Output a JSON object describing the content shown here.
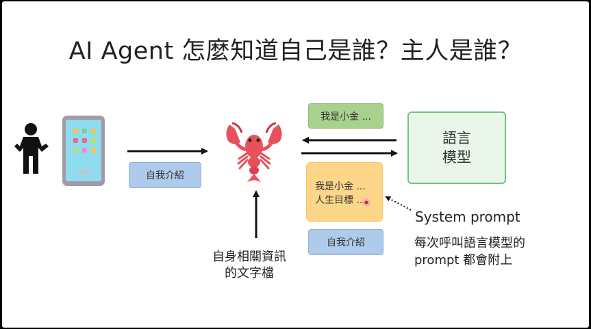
{
  "slide": {
    "title": "AI Agent 怎麼知道自己是誰？主人是誰？"
  },
  "boxes": {
    "intro_left": "自我介紹",
    "response": "我是小金 ...",
    "llm_line1": "語言",
    "llm_line2": "模型",
    "system_line1": "我是小金 ...",
    "system_line2": "人生目標 ...",
    "intro_right": "自我介紹"
  },
  "captions": {
    "files_line1": "自身相關資訊",
    "files_line2": "的文字檔",
    "system_prompt": "System prompt",
    "note_line1": "每次呼叫語言模型的",
    "note_line2": "prompt 都會附上"
  },
  "icons": {
    "person": "person-icon",
    "phone": "phone-icon",
    "lobster": "lobster-icon",
    "cursor": "cursor-dot-icon"
  },
  "colors": {
    "blue_box": "#aecbeb",
    "green_box": "#a9d18e",
    "llm_border": "#6cc77a",
    "system_box": "#fdd68a",
    "lobster": "#e8505b",
    "phone_screen": "#8fdcf0",
    "phone_body": "#a49aa6"
  }
}
